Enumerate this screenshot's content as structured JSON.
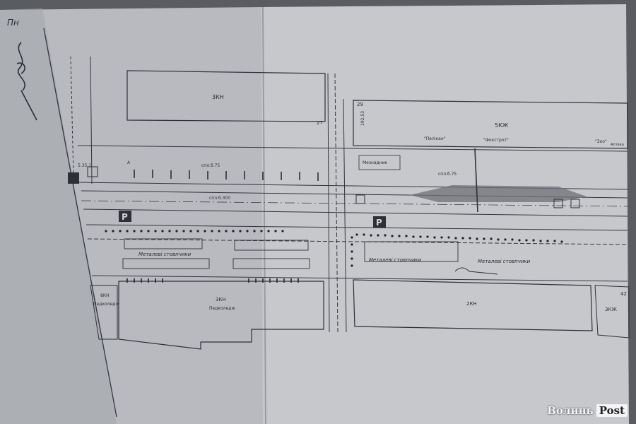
{
  "north_label": "Пн",
  "buildings": {
    "top_left": "3КН",
    "top_right": "5КЖ",
    "bottom_center": "3КН",
    "bottom_center_sub": "Педколедж",
    "bottom_left": "8КН",
    "bottom_left_sub": "Педколедж",
    "bottom_right": "2КН",
    "bottom_far_right": "3КЖ"
  },
  "building_numbers": {
    "n27": "27",
    "n29": "29",
    "n42": "42"
  },
  "shops": {
    "pelikan": "\"Пелікан\"",
    "foxtrot": "\"Фокстрот\"",
    "zoo": "\"Зоо\"",
    "apteka": "Аптека",
    "mezhadnyk": "Мезнадник"
  },
  "bollards_left": "Металеві стовпчики",
  "bollards_right_1": "Металеві стовпчики",
  "bollards_right_2": "Металеві стовпчики",
  "parking": {
    "sign_left": "P",
    "sign_right": "P"
  },
  "markings": {
    "m_a": "A",
    "road_ref_1": "спл.б.75",
    "road_ref_2": "спл.б.75",
    "road_ref_3": "спл.б.300",
    "rm_left": "5.35.1",
    "height": "192,53"
  },
  "watermark": {
    "part1": "Волинь",
    "part2": "Post"
  }
}
